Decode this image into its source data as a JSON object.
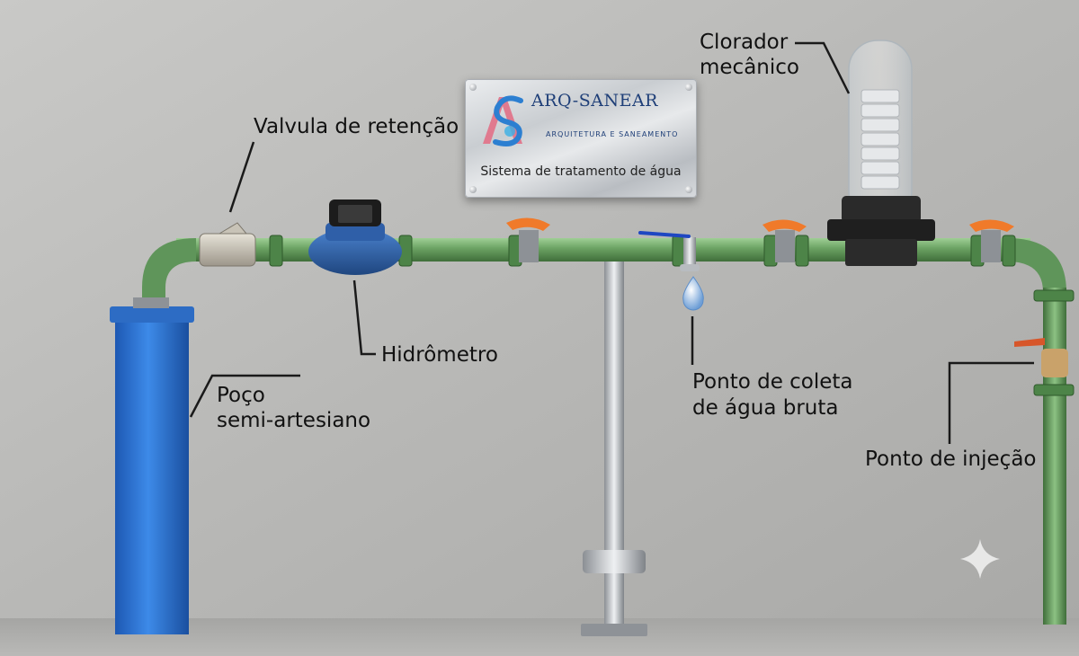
{
  "plate": {
    "brand": "ARQ-SANEAR",
    "brand_subtitle": "ARQUITETURA E SANEAMENTO",
    "caption": "Sistema de tratamento de água"
  },
  "labels": {
    "valve": "Valvula de retenção",
    "hydrometer": "Hidrômetro",
    "well_line1": "Poço",
    "well_line2": "semi-artesiano",
    "collection_line1": "Ponto de coleta",
    "collection_line2": "de água bruta",
    "chlorinator_line1": "Clorador",
    "chlorinator_line2": "mecânico",
    "injection": "Ponto de injeção"
  },
  "colors": {
    "pipe_green": "#6aa162",
    "well_blue": "#2f79d6",
    "meter_blue": "#2f5fa8",
    "valve_orange": "#f07a2a",
    "wall": "#bdbdbb"
  }
}
